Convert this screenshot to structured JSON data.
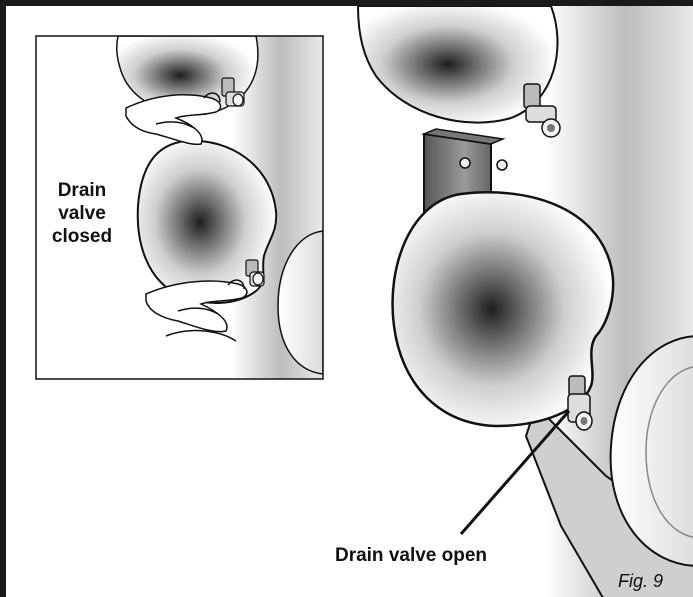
{
  "labels": {
    "closed_line1": "Drain",
    "closed_line2": "valve",
    "closed_line3": "closed",
    "open": "Drain valve open",
    "figure": "Fig. 9"
  },
  "colors": {
    "border": "#1a1a1a",
    "tank_highlight": "#ffffff",
    "tank_shadow": "#2a2a2a",
    "metal": "#cfcfcf"
  }
}
